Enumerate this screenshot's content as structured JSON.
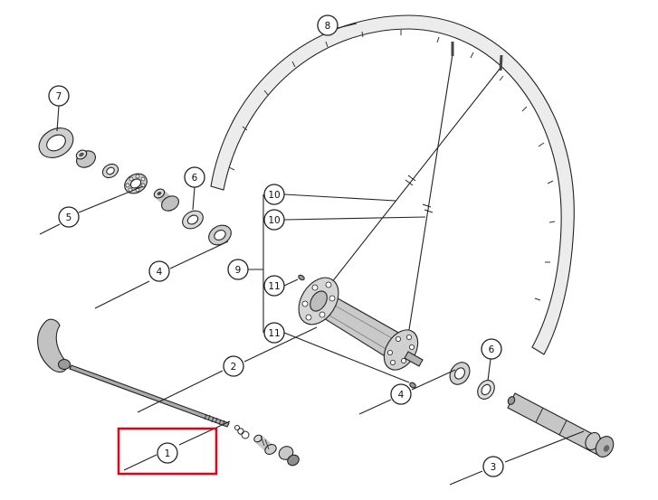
{
  "diagram": {
    "callouts": [
      "7",
      "5",
      "6",
      "4",
      "8",
      "10",
      "10",
      "9",
      "11",
      "11",
      "2",
      "6",
      "4",
      "1",
      "3"
    ],
    "colors": {
      "highlight": "#e60012",
      "line": "#222222"
    }
  }
}
